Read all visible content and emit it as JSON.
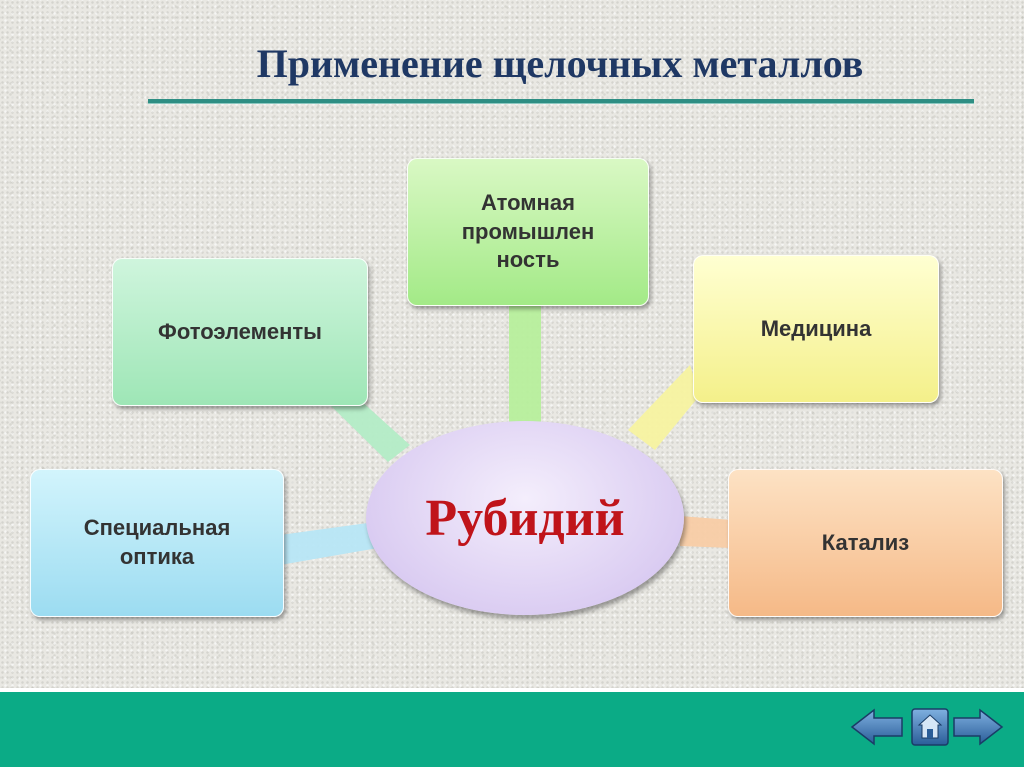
{
  "title": "Применение щелочных металлов",
  "center": {
    "label": "Рубидий"
  },
  "nodes": {
    "atom": {
      "label": "Атомная\nпромышлен\nность"
    },
    "photo": {
      "label": "Фотоэлементы"
    },
    "medicine": {
      "label": "Медицина"
    },
    "optics": {
      "label": "Специальная\nоптика"
    },
    "catalysis": {
      "label": "Катализ"
    }
  },
  "colors": {
    "title": "#1f3864",
    "center_text": "#c0141a",
    "footer": "#0bab86",
    "rule": "#2e8e83"
  },
  "icons": {
    "prev": "arrow-left-icon",
    "home": "home-icon",
    "next": "arrow-right-icon"
  }
}
